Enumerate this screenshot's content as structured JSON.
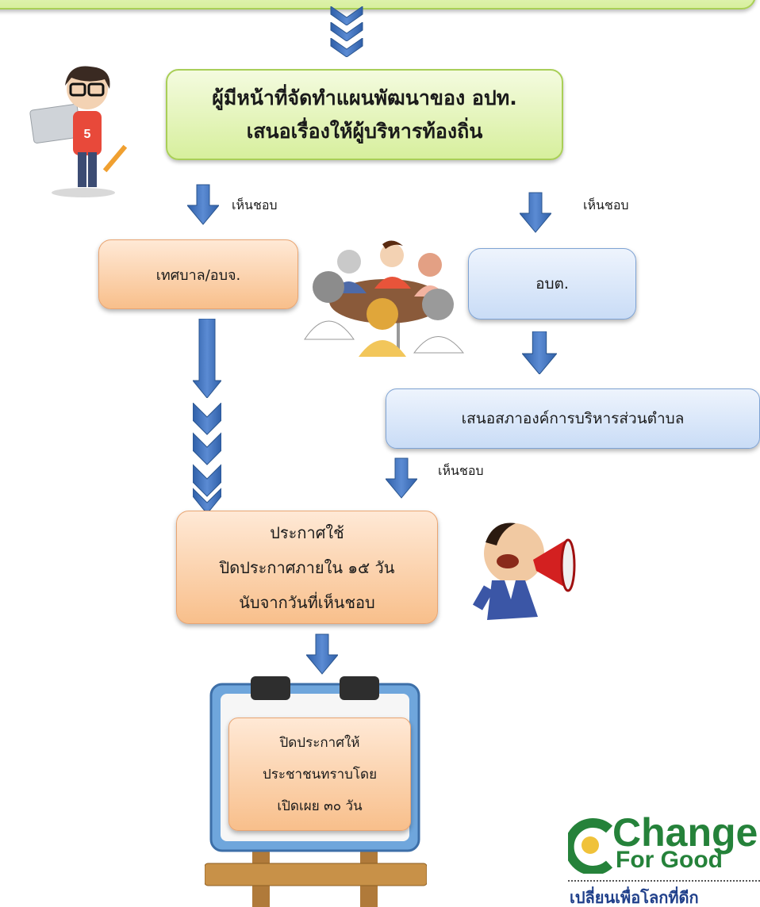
{
  "flow": {
    "top_box": {
      "line1": "ผู้มีหน้าที่จัดทำแผนพัฒนาของ  อปท.",
      "line2": "เสนอเรื่องให้ผู้บริหารท้องถิ่น"
    },
    "approve_label": "เห็นชอบ",
    "municipal_box": "เทศบาล/อบจ.",
    "sao_box": "อบต.",
    "sao_council_box": "เสนอสภาองค์การบริหารส่วนตำบล",
    "announce_box": {
      "line1": "ประกาศใช้",
      "line2": "ปิดประกาศภายใน ๑๕ วัน",
      "line3": "นับจากวันที่เห็นชอบ"
    },
    "board_box": {
      "line1": "ปิดประกาศให้",
      "line2": "ประชาชนทราบโดย",
      "line3": "เปิดเผย ๓๐ วัน"
    }
  },
  "logo": {
    "text": "Change",
    "sub": "For Good",
    "tagline": "เปลี่ยนเพื่อโลกที่ดีก"
  },
  "colors": {
    "arrow": "#4a78c2",
    "green_border": "#a9cf57",
    "orange_fill": "#f8bf8b",
    "blue_fill": "#c9dcf6",
    "logo_green": "#25823a"
  },
  "icons": [
    "chevron-down-icon",
    "arrow-down-icon",
    "programmer-figure",
    "meeting-figure",
    "megaphone-figure",
    "notice-board"
  ]
}
